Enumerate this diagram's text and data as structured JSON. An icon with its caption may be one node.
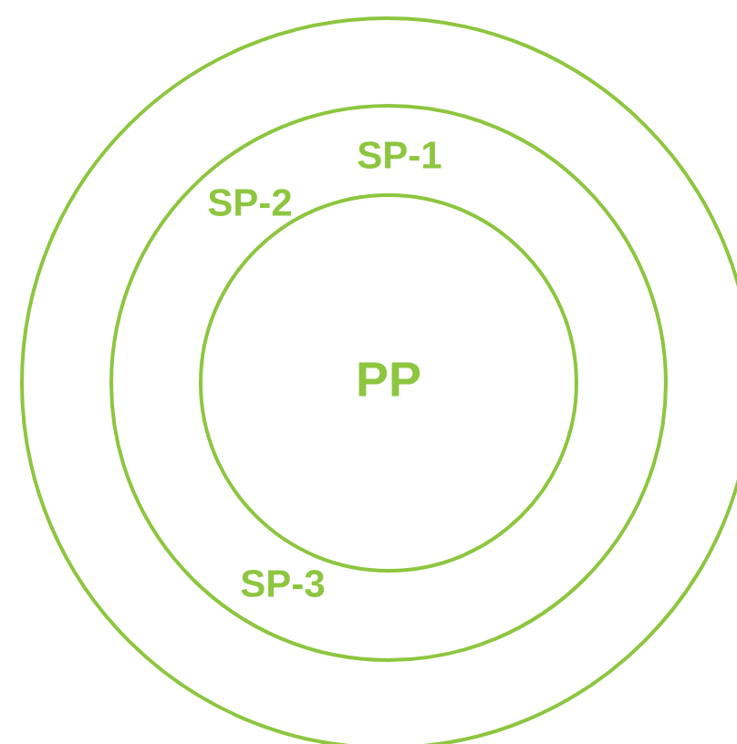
{
  "diagram": {
    "nodes": [
      {
        "text": [],
        "shape": "circle"
      },
      {
        "text": [
          "SP-1",
          "SP-2",
          "SP-3"
        ],
        "in": 0
      },
      {
        "text": [
          "PP"
        ],
        "in": 1
      }
    ]
  }
}
